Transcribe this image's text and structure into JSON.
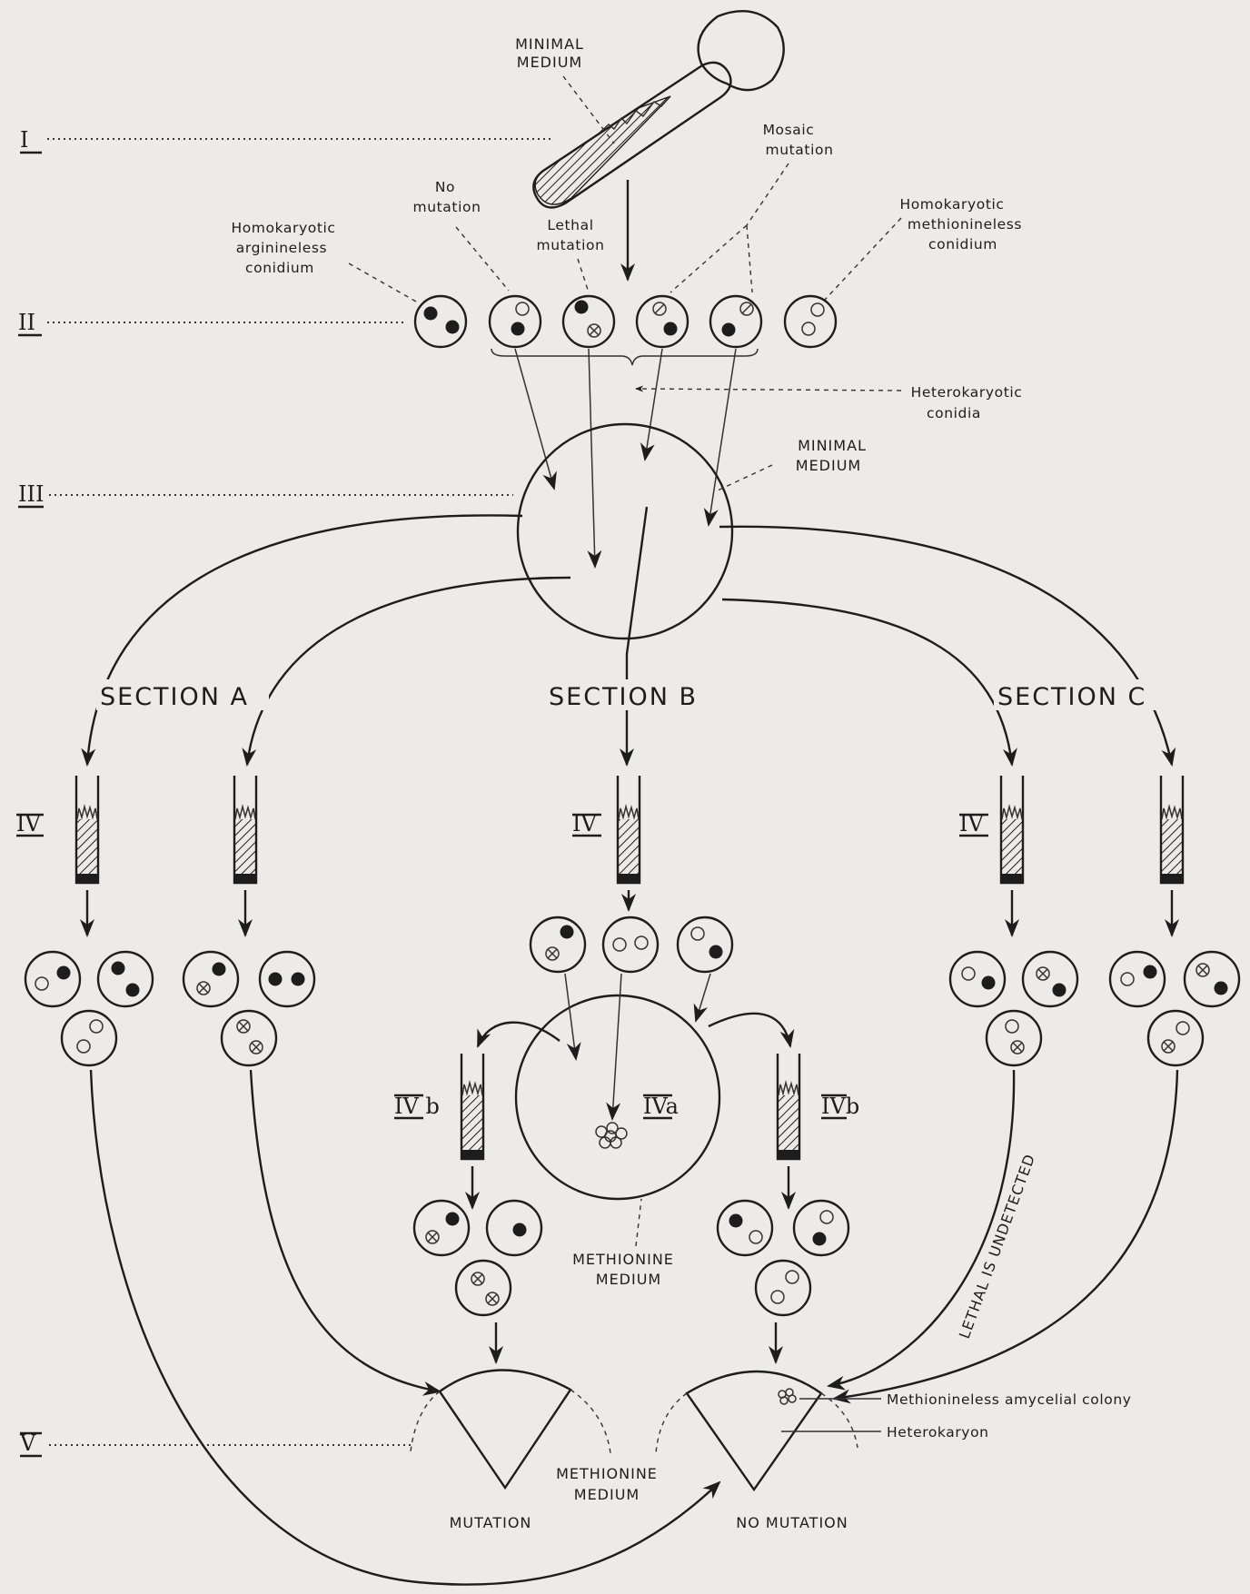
{
  "stages": {
    "s1": "I",
    "s2": "II",
    "s3": "III",
    "s4": "IV",
    "s4a": "IVa",
    "s4b": "IV b",
    "s4b_right": "IVb",
    "s5": "V"
  },
  "labels": {
    "minimal_medium_top_1": "MINIMAL",
    "minimal_medium_top_2": "MEDIUM",
    "mosaic_1": "Mosaic",
    "mosaic_2": "mutation",
    "no_mutation_1": "No",
    "no_mutation_2": "mutation",
    "lethal_1": "Lethal",
    "lethal_2": "mutation",
    "arg_1": "Homokaryotic",
    "arg_2": "arginineless",
    "arg_3": "conidium",
    "met_1": "Homokaryotic",
    "met_2": "methionineless",
    "met_3": "conidium",
    "hetero_1": "Heterokaryotic",
    "hetero_2": "conidia",
    "minimal_medium_plate_1": "MINIMAL",
    "minimal_medium_plate_2": "MEDIUM",
    "section_a": "SECTION A",
    "section_b": "SECTION B",
    "section_c": "SECTION C",
    "methionine_medium_1": "METHIONINE",
    "methionine_medium_2": "MEDIUM",
    "methionine_medium_bottom_1": "METHIONINE",
    "methionine_medium_bottom_2": "MEDIUM",
    "lethal_undetected": "LETHAL IS UNDETECTED",
    "mutation": "MUTATION",
    "no_mutation": "NO MUTATION",
    "amycelial_colony": "Methionineless amycelial colony",
    "heterokaryon": "Heterokaryon"
  }
}
